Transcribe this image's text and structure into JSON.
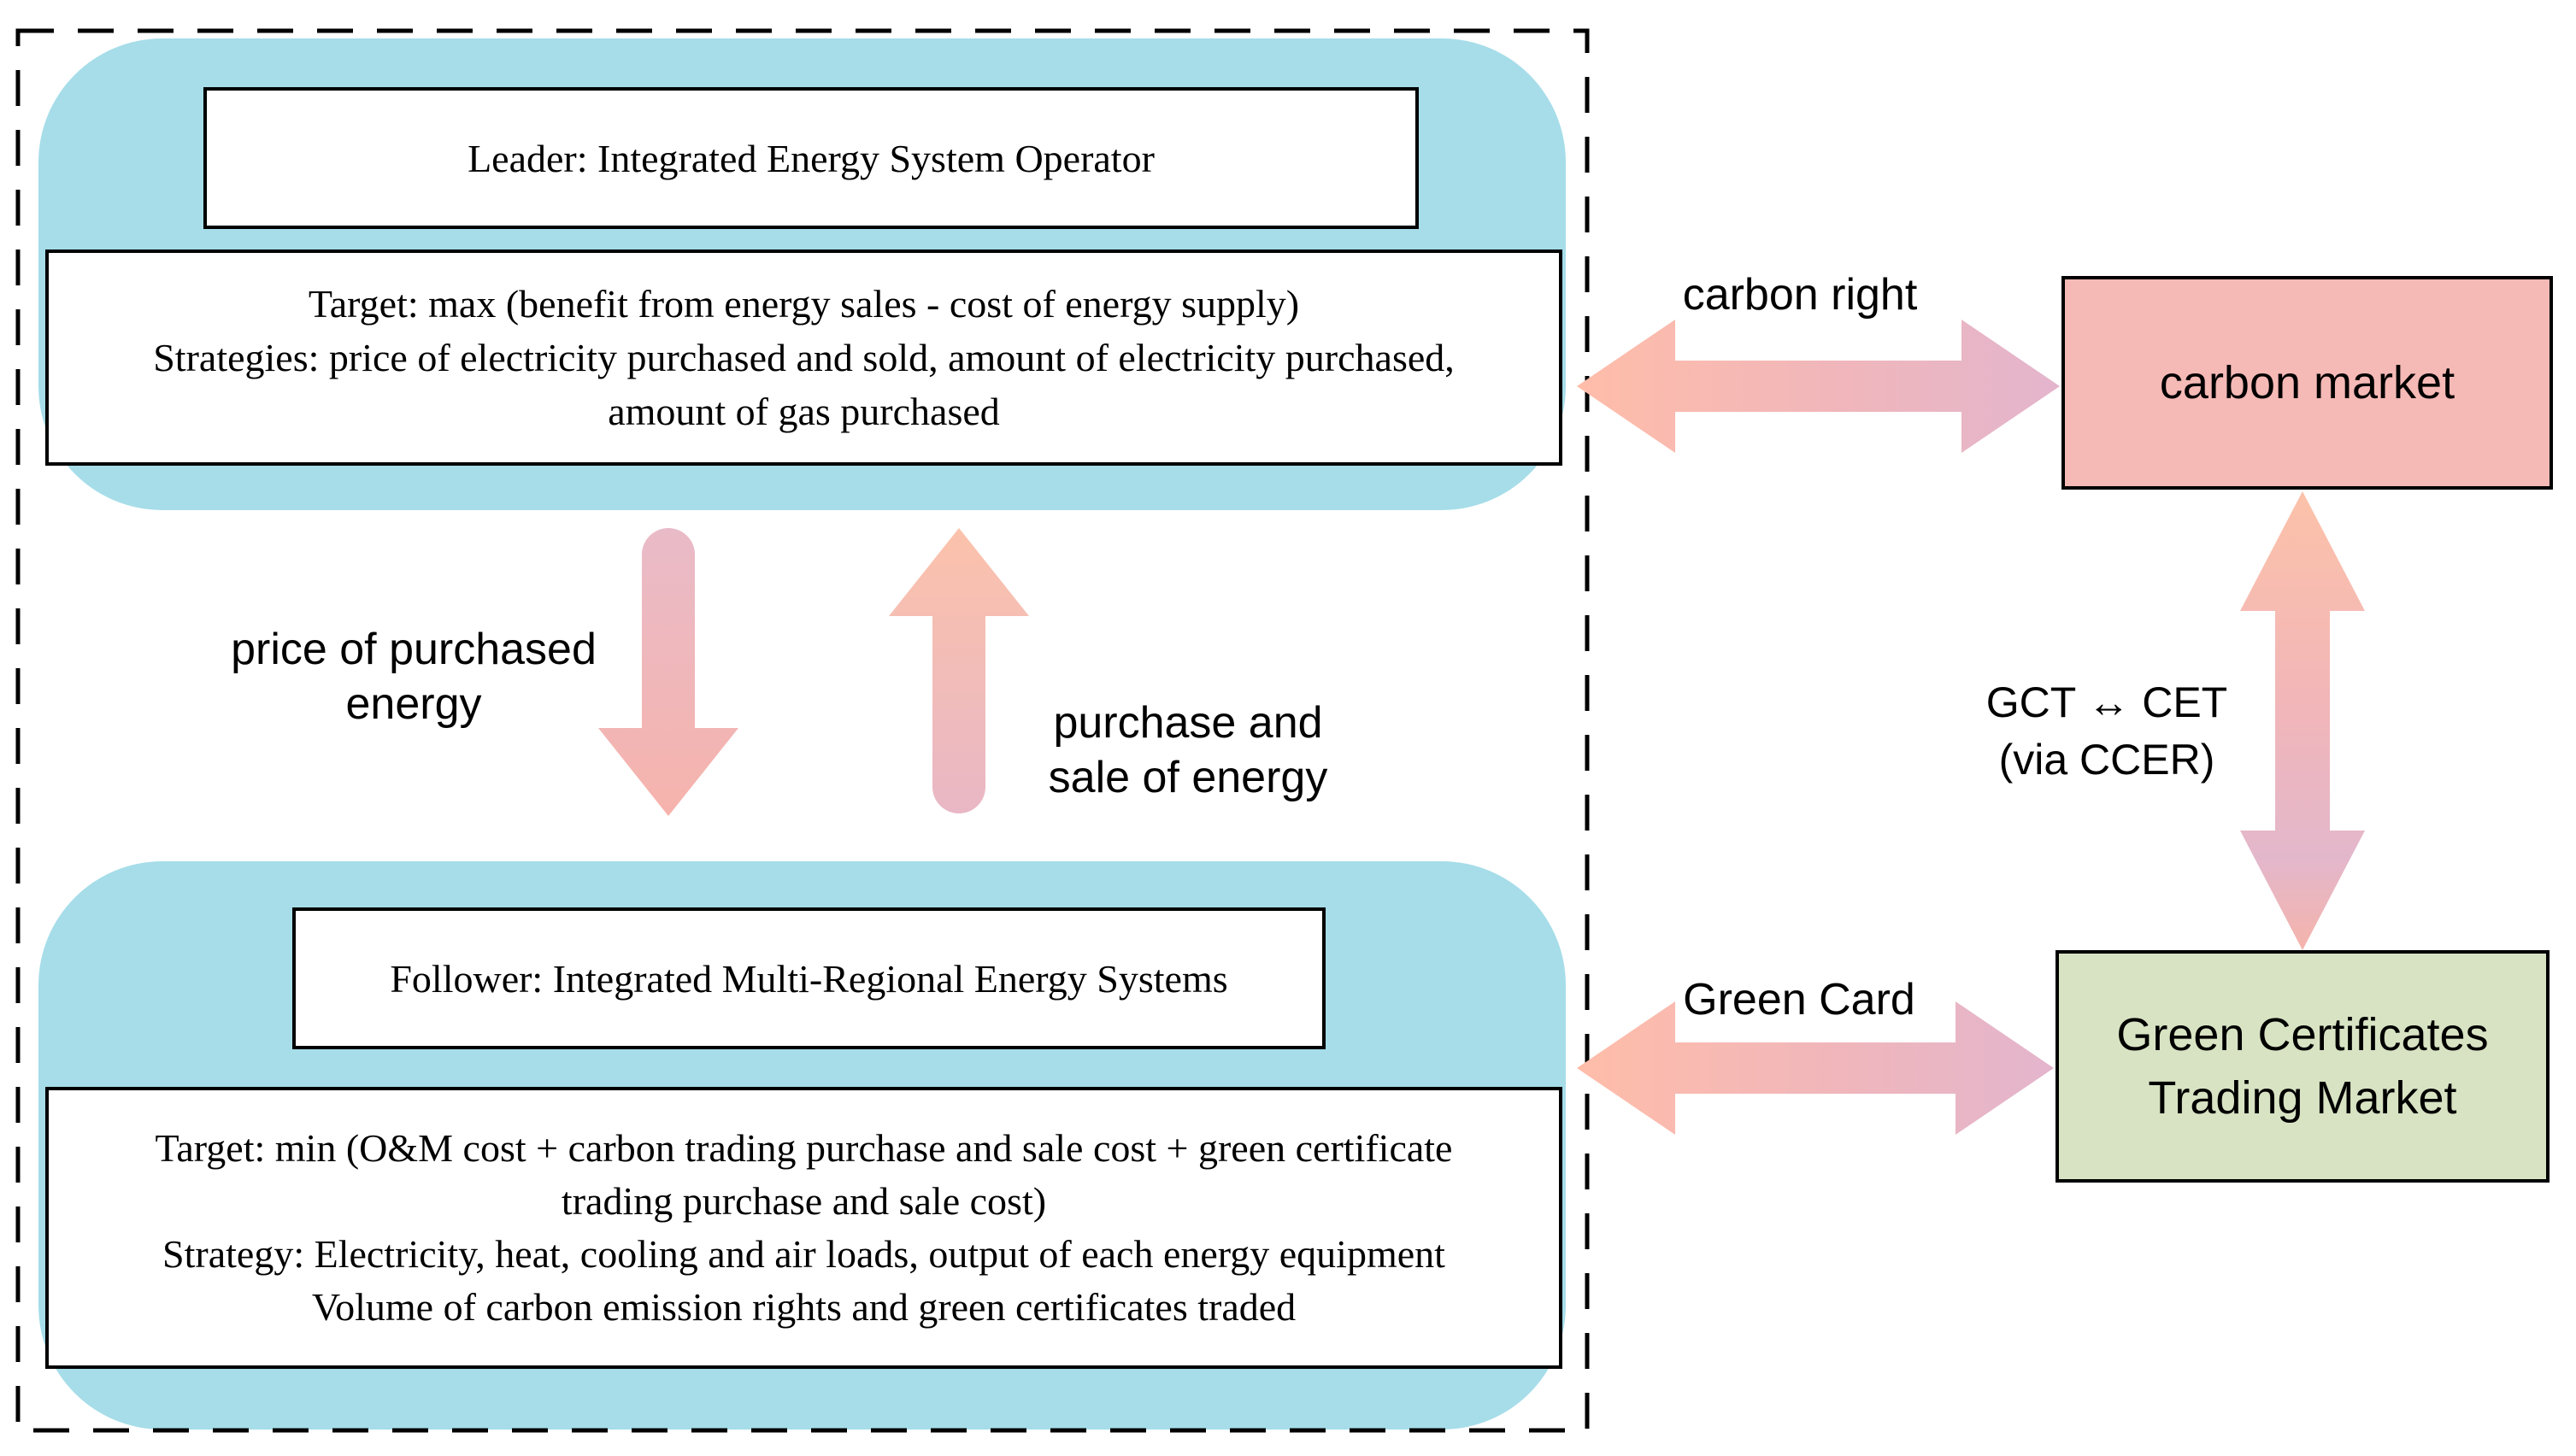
{
  "diagram": {
    "frame": {
      "type": "dashed-boundary",
      "note_colors": {
        "cyan_panel": "#a6dde9",
        "carbon_box_fill": "#f5b9b6",
        "green_box_fill": "#d8e3c3",
        "arrow_salmon": "#ffbda9",
        "arrow_rose": "#e9b7c6",
        "arrow_mauve": "#e3b5cd",
        "border": "#000000"
      }
    },
    "leader": {
      "title": "Leader: Integrated Energy System Operator",
      "details": "Target: max (benefit from energy sales - cost of energy supply)\nStrategies: price of electricity purchased and sold, amount of electricity purchased,\namount of gas purchased"
    },
    "follower": {
      "title": "Follower: Integrated Multi-Regional Energy Systems",
      "details": "Target: min (O&M cost + carbon trading purchase and sale cost + green certificate\ntrading purchase and sale cost)\nStrategy: Electricity, heat, cooling and air loads, output of each energy equipment\nVolume of carbon emission rights and green certificates traded"
    },
    "exchange": {
      "down_arrow_label": "price of purchased\nenergy",
      "up_arrow_label": "purchase and\nsale of energy"
    },
    "markets": {
      "carbon": {
        "label": "carbon market",
        "link_label": "carbon right"
      },
      "green": {
        "label": "Green Certificates\nTrading Market",
        "link_label": "Green Card"
      },
      "conversion_label": "GCT ↔ CET\n(via CCER)"
    }
  }
}
